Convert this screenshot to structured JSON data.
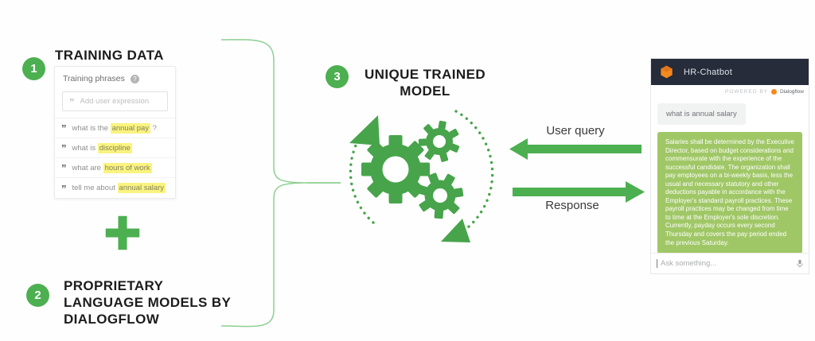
{
  "colors": {
    "accent_green": "#4caf50",
    "gear_green": "#47a44b",
    "brace_green": "#8ccf90",
    "bubble_green": "#a0c766",
    "header_navy": "#262c3a",
    "highlight_yellow": "#faf37f",
    "brand_orange": "#f6891e"
  },
  "icons": {
    "quote": "”",
    "help": "?"
  },
  "training": {
    "step": "1",
    "title": "TRAINING DATA",
    "card": {
      "header": "Training phrases",
      "input_placeholder": "Add user expression",
      "phrases": [
        {
          "prefix": "what is the ",
          "entity": "annual pay",
          "suffix": " ?"
        },
        {
          "prefix": "what is ",
          "entity": "discipline",
          "suffix": ""
        },
        {
          "prefix": "what are ",
          "entity": "hours of work",
          "suffix": ""
        },
        {
          "prefix": "tell me about ",
          "entity": "annual salary",
          "suffix": ""
        }
      ]
    }
  },
  "models": {
    "step": "2",
    "line1": "PROPRIETARY",
    "line2": "LANGUAGE MODELS BY",
    "line3": "DIALOGFLOW"
  },
  "model": {
    "step": "3",
    "title_line1": "UNIQUE TRAINED",
    "title_line2": "MODEL"
  },
  "flow": {
    "user_query": "User query",
    "response": "Response"
  },
  "chat": {
    "title": "HR-Chatbot",
    "powered_by": "POWERED BY",
    "brand": "Dialogflow",
    "user_message": "what is annual salary",
    "bot_message": "Salaries shall be determined by the Executive Director, based on budget considerations and commensurate with the experience of the successful candidate. The organization shall pay employees on a bi-weekly basis, less the usual and necessary statutory and other deductions payable in accordance with the Employer's standard payroll practices. These payroll practices may be changed from time to time at the Employer's sole discretion. Currently, payday occurs every second Thursday and covers the pay period ended the previous Saturday.",
    "input_placeholder": "Ask something..."
  }
}
